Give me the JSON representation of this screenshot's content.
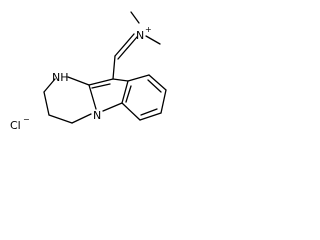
{
  "molecule": {
    "labels": {
      "n_plus": "N",
      "n_plus_charge": "+",
      "nh": "NH",
      "n_ring": "N",
      "chloride": "Cl",
      "chloride_charge": "−"
    }
  }
}
